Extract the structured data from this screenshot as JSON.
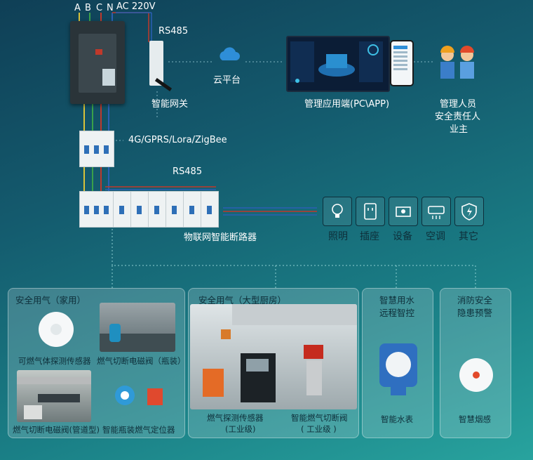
{
  "phases": {
    "a": "A",
    "b": "B",
    "c": "C",
    "n": "N"
  },
  "top": {
    "ac_label": "AC 220V",
    "rs485_top": "RS485",
    "gateway_label": "智能网关",
    "cloud_label": "云平台",
    "app_label": "管理应用端(PC\\APP)",
    "people_label_1": "管理人员",
    "people_label_2": "安全责任人",
    "people_label_3": "业主"
  },
  "middle": {
    "protocols": "4G/GPRS/Lora/ZigBee",
    "rs485_mid": "RS485",
    "breaker_label": "物联网智能断路器"
  },
  "loads": [
    {
      "label": "照明",
      "icon": "bulb-icon"
    },
    {
      "label": "插座",
      "icon": "socket-icon"
    },
    {
      "label": "设备",
      "icon": "engine-icon"
    },
    {
      "label": "空调",
      "icon": "air-conditioner-icon"
    },
    {
      "label": "其它",
      "icon": "shield-bolt-icon"
    }
  ],
  "panels": {
    "home": {
      "title": "安全用气（家用）",
      "items": [
        "可燃气体探测传感器",
        "燃气切断电磁阀（瓶装）",
        "燃气切断电磁阀(管道型)",
        "智能瓶装燃气定位器"
      ]
    },
    "kitchen": {
      "title": "安全用气（大型厨房）",
      "item1_line1": "燃气探测传感器",
      "item1_line2": "(工业级)",
      "item2_line1": "智能燃气切断阀",
      "item2_line2": "( 工业级 )"
    },
    "water": {
      "title_1": "智慧用水",
      "title_2": "远程智控",
      "item": "智能水表"
    },
    "fire": {
      "title_1": "消防安全",
      "title_2": "隐患预警",
      "item": "智慧烟感"
    }
  },
  "colors": {
    "wire_red": "#c0392b",
    "wire_blue": "#2b5fb3",
    "wire_yellow": "#d8c23a",
    "wire_green": "#3aa04a",
    "dark_text": "#0e2f3a"
  }
}
